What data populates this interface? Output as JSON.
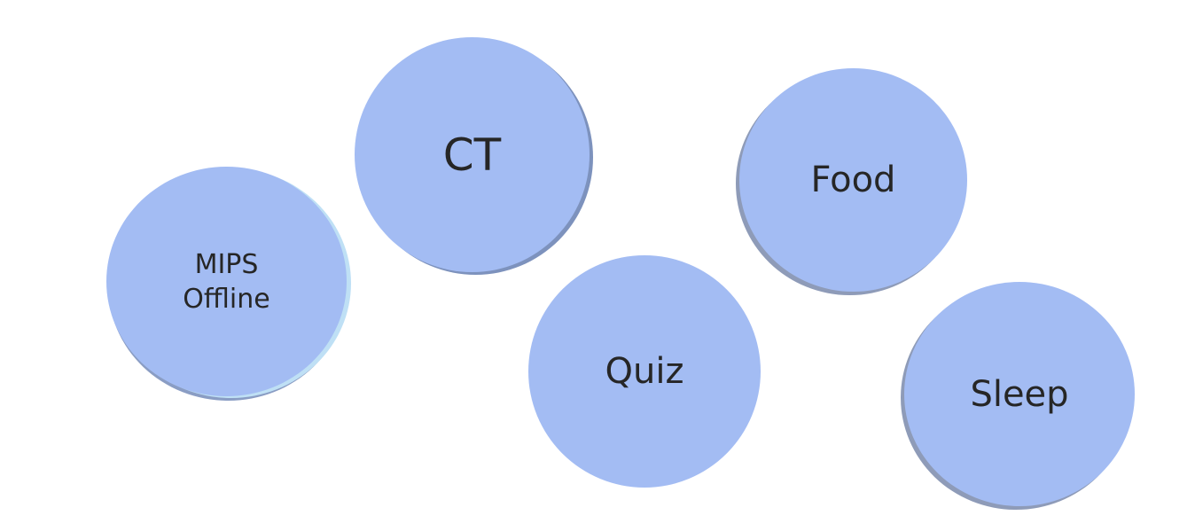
{
  "bubbles": {
    "mips": {
      "line1": "MIPS",
      "line2": "Offline"
    },
    "ct": {
      "label": "CT"
    },
    "quiz": {
      "label": "Quiz"
    },
    "food": {
      "label": "Food"
    },
    "sleep": {
      "label": "Sleep"
    }
  },
  "colors": {
    "bubble_fill": "#a3bcf3",
    "text": "#262626",
    "background": "#ffffff"
  }
}
